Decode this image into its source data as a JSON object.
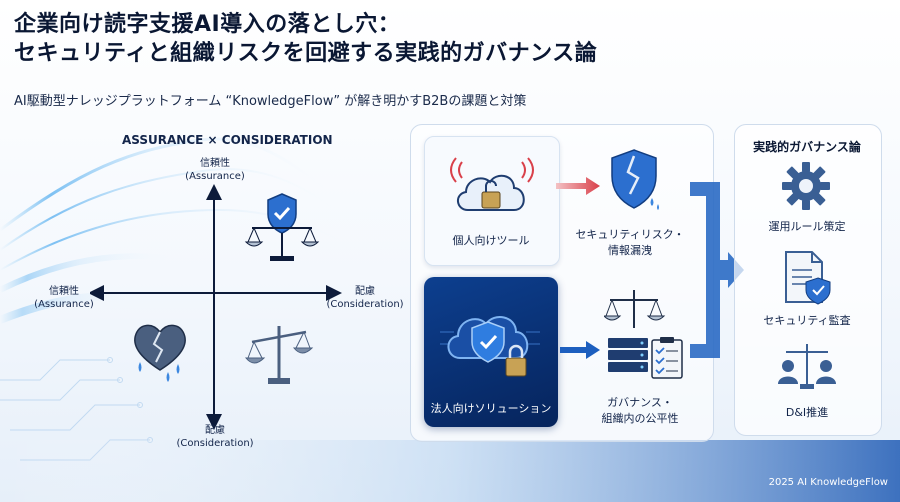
{
  "header": {
    "title_line1": "企業向け読字支援AI導入の落とし穴：",
    "title_line2": "セキュリティと組織リスクを回避する実践的ガバナンス論",
    "subtitle": "AI駆動型ナレッジプラットフォーム “KnowledgeFlow” が解き明かすB2Bの課題と対策"
  },
  "matrix": {
    "heading": "ASSURANCE × CONSIDERATION",
    "top_label": "信頼性",
    "top_sub": "(Assurance)",
    "left_label": "信頼性",
    "left_sub": "(Assurance)",
    "right_label": "配慮",
    "right_sub": "(Consideration)",
    "bottom_label": "配慮",
    "bottom_sub": "(Consideration)"
  },
  "flow": {
    "personal_tool": "個人向けツール",
    "security_risk_line1": "セキュリティリスク・",
    "security_risk_line2": "情報漏洩",
    "enterprise_solution": "法人向けソリューション",
    "governance_line1": "ガバナンス・",
    "governance_line2": "組織内の公平性"
  },
  "governance": {
    "heading": "実践的ガバナンス論",
    "items": [
      "運用ルール策定",
      "セキュリティ監査",
      "D&I推進"
    ]
  },
  "footer": {
    "copyright": "2025 AI KnowledgeFlow"
  },
  "colors": {
    "navy": "#0a1733",
    "accent_blue": "#1d5fbf",
    "arrow_red": "#d9404a"
  }
}
